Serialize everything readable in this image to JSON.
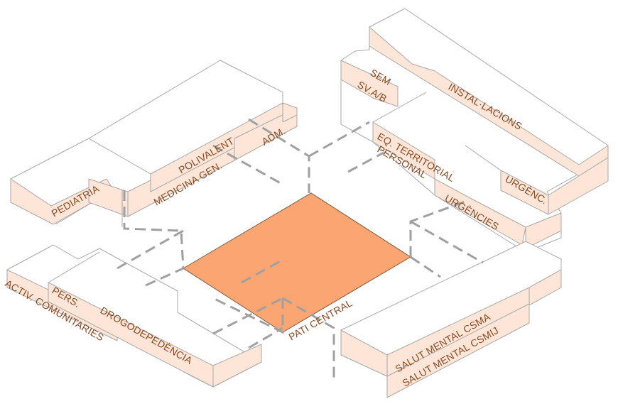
{
  "colors": {
    "patio": "#fba672",
    "facade": "#fde6d8",
    "roof": "#ffffff",
    "outline": "#a8a8a8",
    "dashed_paths": "#a0a0a0",
    "label_text": "#8a4a22"
  },
  "labels": {
    "pediatria": "PEDIATRIA",
    "polivalent": "POLIVALENT",
    "medicina_gen": "MEDICINA GEN.",
    "adm": "ADM.",
    "sem": "SEM",
    "sva_b": "SV.A/B",
    "instal_lacions": "INSTAL·LACIONS",
    "eq_territorial": "EQ. TERRITORIAL",
    "personal": "PERSONAL",
    "urgenc": "URGÈNC.",
    "urgencies": "URGÈNCIES",
    "pati_central": "PATI CENTRAL",
    "pers": "PERS.",
    "activ_comunitaries": "ACTIV. COMUNITARIES",
    "drogodependencia": "DROGODEPEDÈNCIA",
    "salut_mental_csma": "SALUT MENTAL CSMA",
    "salut_mental_csmij": "SALUT MENTAL CSMIJ"
  }
}
